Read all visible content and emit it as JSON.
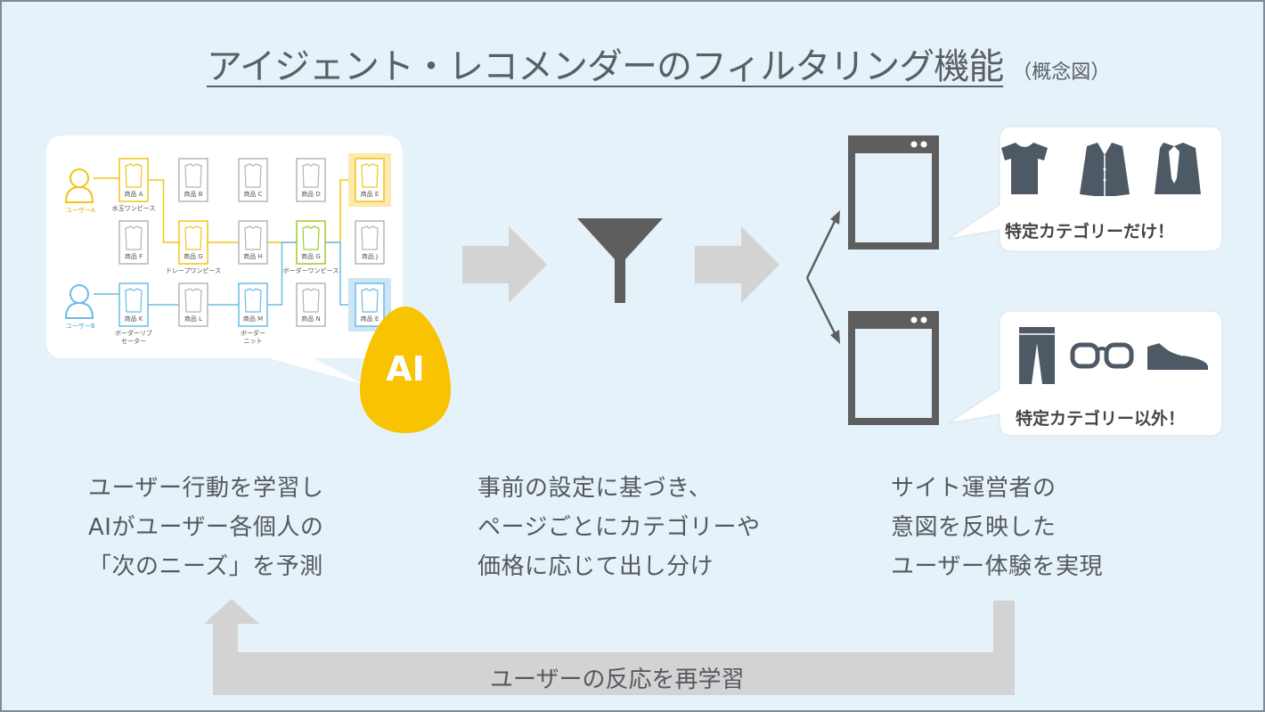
{
  "title": "アイジェント・レコメンダーのフィルタリング機能",
  "title_sub": "（概念図）",
  "ai_label": "AI",
  "diagram": {
    "user_a": "ユーザーA",
    "user_b": "ユーザーB",
    "products": [
      {
        "label": "商品 A",
        "name": "水玉ワンピース"
      },
      {
        "label": "商品 B",
        "name": ""
      },
      {
        "label": "商品 C",
        "name": ""
      },
      {
        "label": "商品 D",
        "name": ""
      },
      {
        "label": "商品 E",
        "name": ""
      },
      {
        "label": "商品 F",
        "name": ""
      },
      {
        "label": "商品 G",
        "name": "ドレープワンピース"
      },
      {
        "label": "商品 H",
        "name": ""
      },
      {
        "label": "商品 G",
        "name": "ボーダーワンピース"
      },
      {
        "label": "商品 J",
        "name": ""
      },
      {
        "label": "商品 K",
        "name": "ボーダーリブ\nセーター"
      },
      {
        "label": "商品 L",
        "name": ""
      },
      {
        "label": "商品 M",
        "name": "ボーダー\nニット"
      },
      {
        "label": "商品 N",
        "name": ""
      },
      {
        "label": "商品 E",
        "name": ""
      }
    ]
  },
  "bubbles": {
    "top": "特定カテゴリーだけ！",
    "bottom": "特定カテゴリー以外！"
  },
  "captions": {
    "left": [
      "ユーザー行動を学習し",
      "AIがユーザー各個人の",
      "「次のニーズ」を予測"
    ],
    "center": [
      "事前の設定に基づき、",
      "ページごとにカテゴリーや",
      "価格に応じて出し分け"
    ],
    "right": [
      "サイト運営者の",
      "意図を反映した",
      "ユーザー体験を実現"
    ]
  },
  "feedback_label": "ユーザーの反応を再学習",
  "icons": [
    "user-silhouette-icon",
    "clothing-card-icon",
    "funnel-icon",
    "browser-window-icon",
    "tshirt-icon",
    "jacket-icon",
    "shirt-tie-icon",
    "pants-icon",
    "glasses-icon",
    "shoe-icon"
  ],
  "colors": {
    "background": "#e5f2fa",
    "accent_yellow": "#f8c300",
    "product_yellow": "#f3c316",
    "product_green": "#9ccc2c",
    "product_blue": "#6bbbe6",
    "arrow_gray": "#d3d3d3",
    "dark_gray": "#5e5e5e",
    "icon_slate": "#4e5966"
  }
}
